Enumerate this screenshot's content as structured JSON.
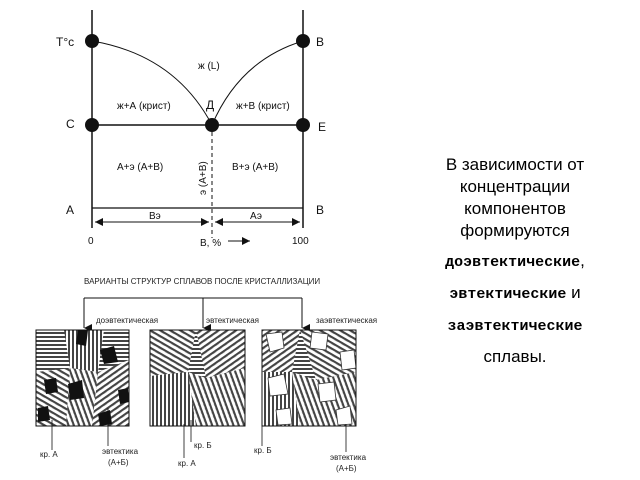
{
  "phase_diagram": {
    "y_axis_label": "T°c",
    "left_labels": {
      "top": "",
      "mid": "С",
      "bottom": "А"
    },
    "right_labels": {
      "top": "В",
      "mid": "Е",
      "bottom": "В"
    },
    "point_d": "Д",
    "liquid": "ж (L)",
    "region_left_liquid": "ж+А (крист)",
    "region_right_liquid": "ж+В (крист)",
    "region_left_solid": "А+э (А+В)",
    "region_right_solid": "В+э (А+В)",
    "eutectic_vertical": "э (А+В)",
    "seg_left": "Вэ",
    "seg_right": "Аэ",
    "x_min": "0",
    "x_max": "100",
    "x_label": "В, %"
  },
  "structures": {
    "title": "ВАРИАНТЫ СТРУКТУР СПЛАВОВ ПОСЛЕ КРИСТАЛЛИЗАЦИИ",
    "hypo": "доэвтектическая",
    "eutectic": "эвтектическая",
    "hyper": "заэвтектическая",
    "cr_a": "кр. А",
    "cr_b": "кр. Б",
    "eutectic_ab_1": "эвтектика",
    "eutectic_ab_2": "(А+Б)"
  },
  "text": {
    "l1": "В зависимости от",
    "l2": "концентрации",
    "l3": "компонентов",
    "l4": "формируются",
    "l5_bold": "доэвтектические",
    "l5_rest": ",",
    "l6_bold": "эвтектические",
    "l6_rest": " и",
    "l7_bold": "заэвтектические",
    "l8": "сплавы."
  }
}
